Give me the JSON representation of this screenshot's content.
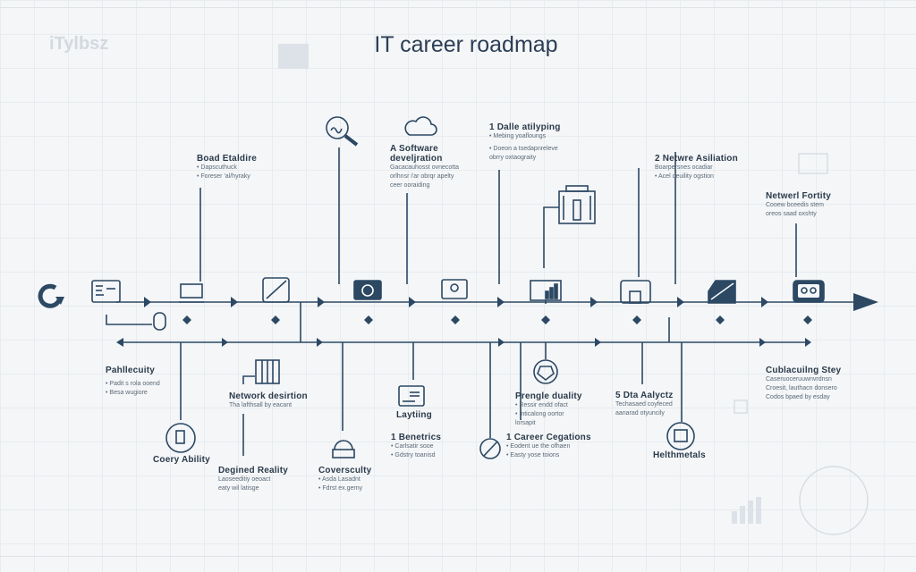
{
  "title": "IT career roadmap",
  "logo": "iTylbsz",
  "colors": {
    "primary": "#2c4863",
    "background": "#f4f6f8",
    "text": "#2b3a4a"
  },
  "top_blocks": [
    {
      "heading": "Boad Etaldire",
      "lines": [
        "• Dapscuthuck",
        "• Foreser 'al/hyraky"
      ]
    },
    {
      "heading": "A Software",
      "heading2": "develjration",
      "lines": [
        "Gacacauhosst ovnecotta",
        "orlhnsr i'ar obrqr apelty",
        "ceer ooraiding"
      ]
    },
    {
      "heading": "1 Dalle atilyping",
      "lines": [
        "• Mebing yoafloungs",
        "• Doeon a tsedapnreleve",
        "  obrry oxtaograity"
      ]
    },
    {
      "heading": "2 Netwre Asiliation",
      "lines": [
        "Boarpersnes ocadiar",
        "• Acel deuility ogstion"
      ]
    },
    {
      "heading": "Netwerl Fortity",
      "lines": [
        "Cooew bceedis stem",
        "oreos saad oxshty"
      ]
    }
  ],
  "bottom_blocks": [
    {
      "heading": "Pahllecuity",
      "lines": [
        "• Padit s rola ooend",
        "• Besa wugiore"
      ]
    },
    {
      "heading": "Network desirtion",
      "lines": [
        "Tha lafthsall by eacant"
      ]
    },
    {
      "heading": "Coery Ability",
      "lines": []
    },
    {
      "heading": "Degined Reality",
      "lines": [
        "Laoseeditiy oeoact",
        "eaty wil latisge"
      ]
    },
    {
      "heading": "Coversculty",
      "lines": [
        "• Asda Lasadnt",
        "• Fdrst ex.gerny"
      ]
    },
    {
      "heading": "Laytiing",
      "lines": []
    },
    {
      "heading": "1 Benetrics",
      "lines": [
        "• Carlsatir sooe",
        "• Gdstry toanisd"
      ]
    },
    {
      "heading": "Prengle duality",
      "lines": [
        "• Ressir endd ofact",
        "• Inticalong oortor",
        "  lorsapit"
      ]
    },
    {
      "heading": "1 Career Cegations",
      "lines": [
        "• Eodent ue the ofhaen",
        "• Easty yose toions"
      ]
    },
    {
      "heading": "5 Dta Aalyctz",
      "lines": [
        "Techasaed coyfeced",
        "aanarad otyuncily"
      ]
    },
    {
      "heading": "Helthmetals",
      "lines": []
    },
    {
      "heading": "Cublacuilng Stey",
      "lines": [
        "Caseruoceruuwnvrdnsn",
        "Croesit, lauthacn donsero",
        "Codos bpaed by esday"
      ]
    }
  ]
}
